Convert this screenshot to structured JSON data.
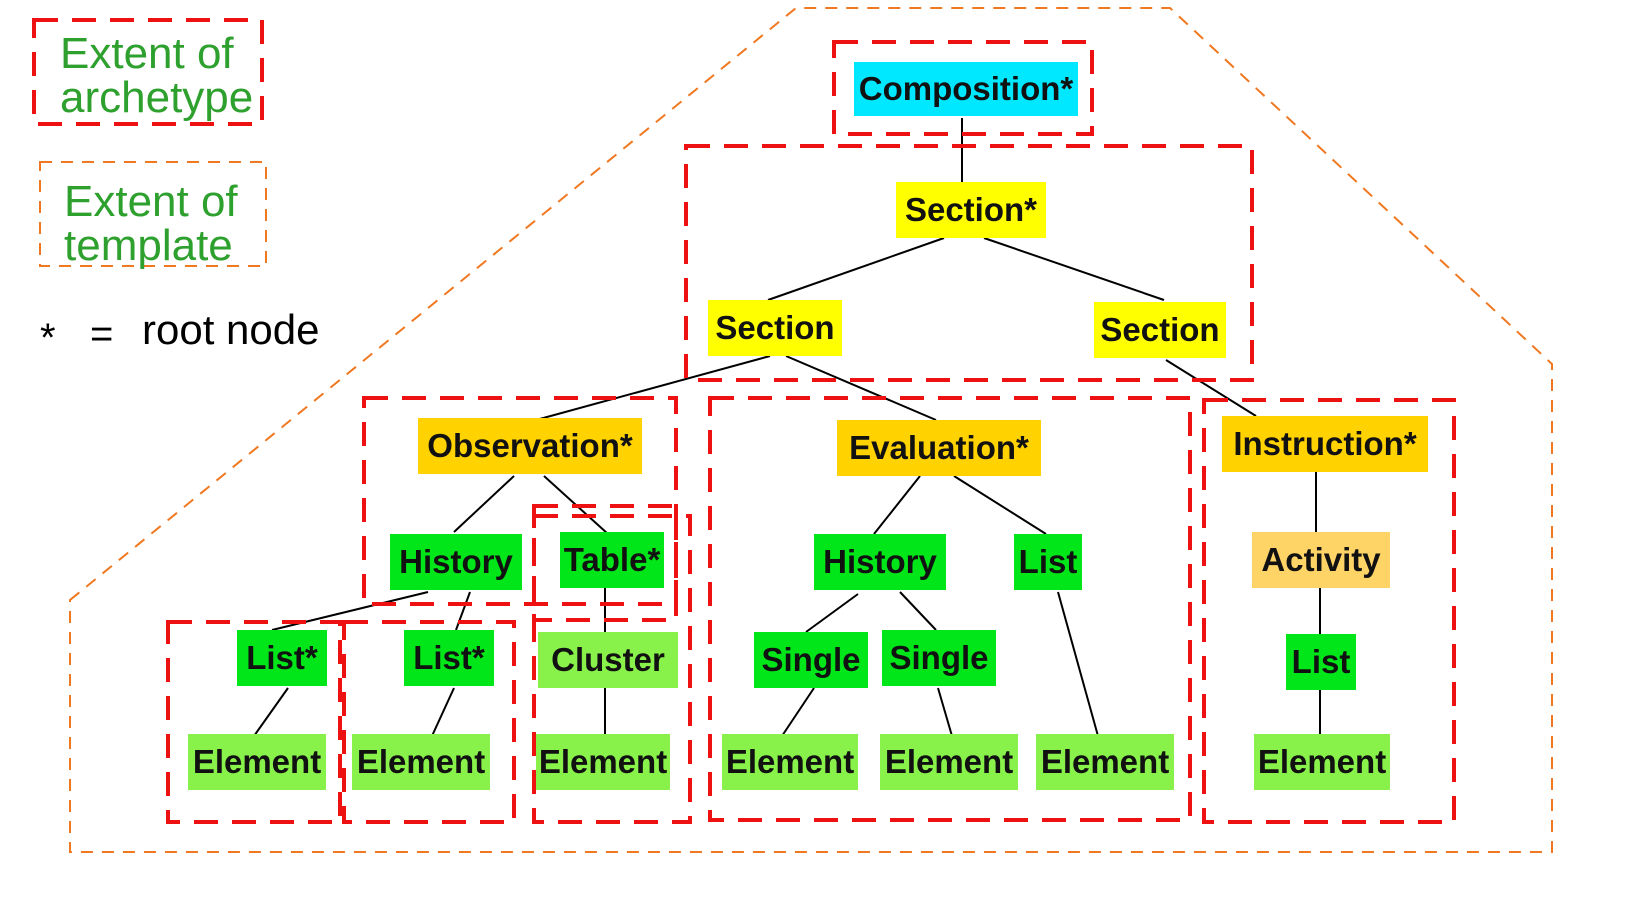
{
  "colors": {
    "archetype_border": "#ee1111",
    "template_border": "#f07820",
    "legend_text": "#2ea02e",
    "composition": "#00e8ff",
    "section": "#ffff00",
    "entry": "#ffd200",
    "activity": "#ffd466",
    "item": "#00e619",
    "element": "#88f24a",
    "line": "#000000"
  },
  "legend": {
    "archetype_line1": "Extent of",
    "archetype_line2": "archetype",
    "template_line1": "Extent of",
    "template_line2": "template",
    "root_star": "*",
    "root_equals": "=",
    "root_text": "root node"
  },
  "nodes": {
    "composition": "Composition*",
    "section_top": "Section*",
    "section_left": "Section",
    "section_right": "Section",
    "observation": "Observation*",
    "evaluation": "Evaluation*",
    "instruction": "Instruction*",
    "obs_history": "History",
    "obs_table": "Table*",
    "eval_history": "History",
    "eval_list": "List",
    "activity": "Activity",
    "obs_list1": "List*",
    "obs_list2": "List*",
    "obs_cluster": "Cluster",
    "eval_single1": "Single",
    "eval_single2": "Single",
    "instr_list": "List",
    "obs_element1": "Element",
    "obs_element2": "Element",
    "obs_element3": "Element",
    "eval_element1": "Element",
    "eval_element2": "Element",
    "eval_element3": "Element",
    "instr_element": "Element"
  }
}
